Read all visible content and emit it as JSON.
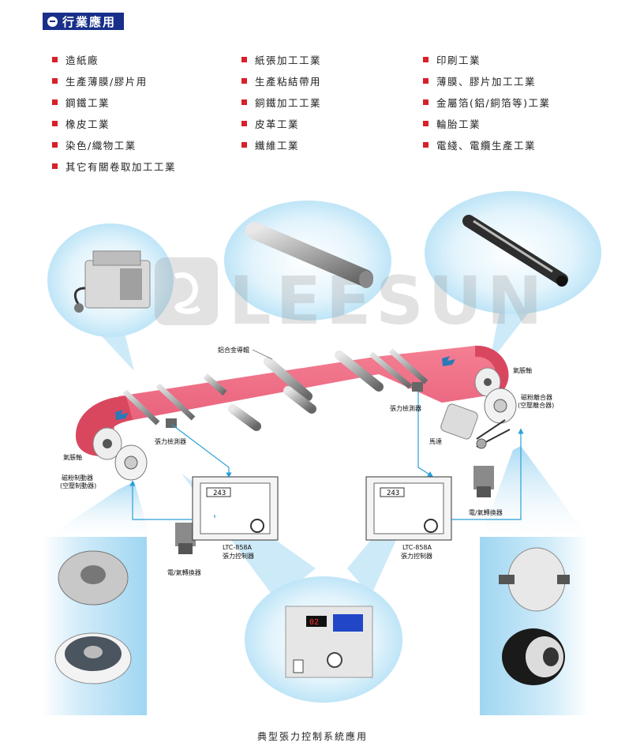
{
  "header": {
    "title": "行業應用"
  },
  "industries": [
    [
      "造紙廠",
      "紙張加工工業",
      "印刷工業"
    ],
    [
      "生產薄膜/膠片用",
      "生產粘結帶用",
      "薄膜、膠片加工工業"
    ],
    [
      "鋼鐵工業",
      "銅鐵加工工業",
      "金屬箔(鋁/銅箔等)工業"
    ],
    [
      "橡皮工業",
      "皮革工業",
      "輪胎工業"
    ],
    [
      "染色/織物工業",
      "纖維工業",
      "電綫、電纜生產工業"
    ],
    [
      "其它有關卷取加工工業"
    ]
  ],
  "watermark": "LEESUN",
  "labels": {
    "alloy_roller": "鋁合金導輥",
    "air_shaft_left": "氣脹軸",
    "air_shaft_right": "氣脹軸",
    "tension_sensor_left": "張力檢測器",
    "tension_sensor_right": "張力檢測器",
    "brake_line1": "磁粉制動器",
    "brake_line2": "(空壓制動器)",
    "clutch_line1": "磁粉離合器",
    "clutch_line2": "(空壓離合器)",
    "motor": "馬達",
    "ep_converter_left": "電/氣轉換器",
    "ep_converter_right": "電/氣轉換器",
    "controller_left_model": "LTC-858A",
    "controller_left_name": "張力控制器",
    "controller_right_model": "LTC-858A",
    "controller_right_name": "張力控制器",
    "display_small": "243",
    "display_big": "02"
  },
  "colors": {
    "accent": "#18308a",
    "bullet": "#d8202a",
    "web": "#ef6f86",
    "bubble": "#bfe6f7",
    "signal": "#2aa0d8"
  },
  "caption": "典型張力控制系統應用"
}
